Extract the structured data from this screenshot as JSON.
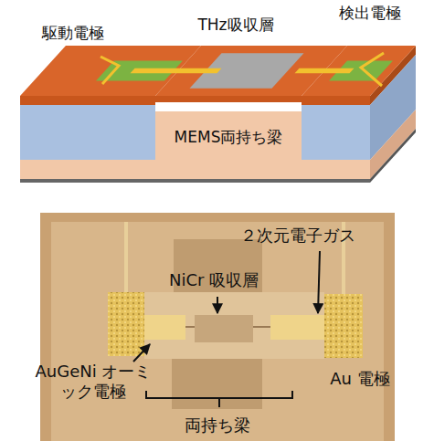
{
  "diagram": {
    "labels": [
      "駆動電極",
      "THz吸収層",
      "検出電極",
      "MEMS両持ち梁",
      "２次元電子ガス",
      "NiCr 吸収層",
      "AuGeNi オーミック電極",
      "Au 電極",
      "両持ち梁"
    ]
  }
}
